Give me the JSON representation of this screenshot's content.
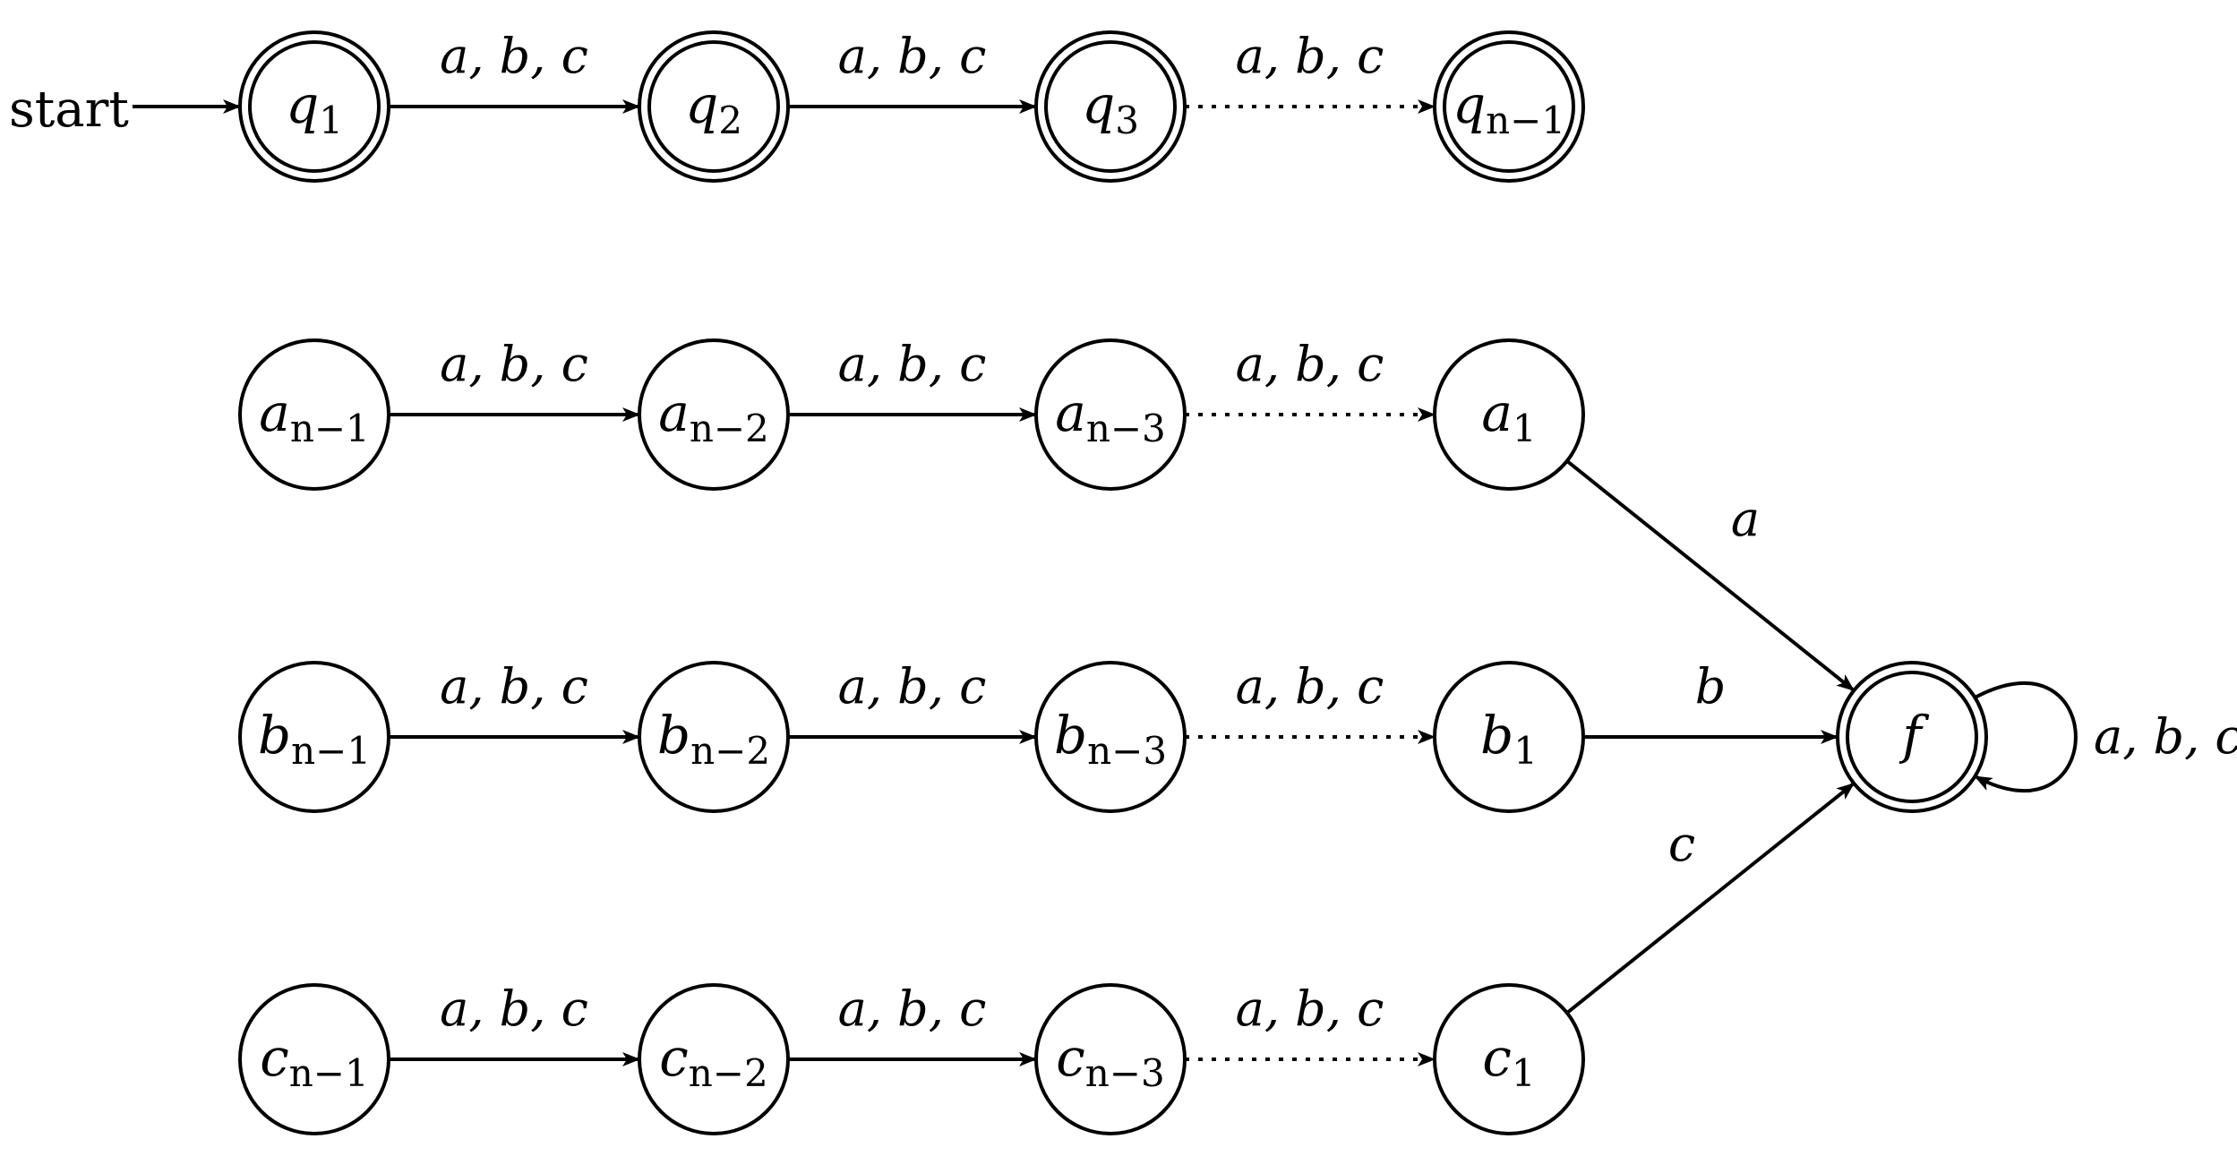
{
  "start_label": "start",
  "states": [
    {
      "id": "q1",
      "base": "q",
      "sub": "1",
      "accepting": true
    },
    {
      "id": "q2",
      "base": "q",
      "sub": "2",
      "accepting": true
    },
    {
      "id": "q3",
      "base": "q",
      "sub": "3",
      "accepting": true
    },
    {
      "id": "qn1",
      "base": "q",
      "sub": "n−1",
      "accepting": true
    },
    {
      "id": "an1",
      "base": "a",
      "sub": "n−1",
      "accepting": false
    },
    {
      "id": "an2",
      "base": "a",
      "sub": "n−2",
      "accepting": false
    },
    {
      "id": "an3",
      "base": "a",
      "sub": "n−3",
      "accepting": false
    },
    {
      "id": "a1",
      "base": "a",
      "sub": "1",
      "accepting": false
    },
    {
      "id": "bn1",
      "base": "b",
      "sub": "n−1",
      "accepting": false
    },
    {
      "id": "bn2",
      "base": "b",
      "sub": "n−2",
      "accepting": false
    },
    {
      "id": "bn3",
      "base": "b",
      "sub": "n−3",
      "accepting": false
    },
    {
      "id": "b1",
      "base": "b",
      "sub": "1",
      "accepting": false
    },
    {
      "id": "cn1",
      "base": "c",
      "sub": "n−1",
      "accepting": false
    },
    {
      "id": "cn2",
      "base": "c",
      "sub": "n−2",
      "accepting": false
    },
    {
      "id": "cn3",
      "base": "c",
      "sub": "n−3",
      "accepting": false
    },
    {
      "id": "c1",
      "base": "c",
      "sub": "1",
      "accepting": false
    },
    {
      "id": "f",
      "base": "f",
      "sub": "",
      "accepting": true
    }
  ],
  "transitions": [
    {
      "from": "start",
      "to": "q1",
      "label": "",
      "style": "solid"
    },
    {
      "from": "q1",
      "to": "q2",
      "label": "a, b, c",
      "style": "solid"
    },
    {
      "from": "q2",
      "to": "q3",
      "label": "a, b, c",
      "style": "solid"
    },
    {
      "from": "q3",
      "to": "qn1",
      "label": "a, b, c",
      "style": "dotted"
    },
    {
      "from": "an1",
      "to": "an2",
      "label": "a, b, c",
      "style": "solid"
    },
    {
      "from": "an2",
      "to": "an3",
      "label": "a, b, c",
      "style": "solid"
    },
    {
      "from": "an3",
      "to": "a1",
      "label": "a, b, c",
      "style": "dotted"
    },
    {
      "from": "bn1",
      "to": "bn2",
      "label": "a, b, c",
      "style": "solid"
    },
    {
      "from": "bn2",
      "to": "bn3",
      "label": "a, b, c",
      "style": "solid"
    },
    {
      "from": "bn3",
      "to": "b1",
      "label": "a, b, c",
      "style": "dotted"
    },
    {
      "from": "cn1",
      "to": "cn2",
      "label": "a, b, c",
      "style": "solid"
    },
    {
      "from": "cn2",
      "to": "cn3",
      "label": "a, b, c",
      "style": "solid"
    },
    {
      "from": "cn3",
      "to": "c1",
      "label": "a, b, c",
      "style": "dotted"
    },
    {
      "from": "a1",
      "to": "f",
      "label": "a",
      "style": "solid"
    },
    {
      "from": "b1",
      "to": "f",
      "label": "b",
      "style": "solid"
    },
    {
      "from": "c1",
      "to": "f",
      "label": "c",
      "style": "solid"
    },
    {
      "from": "f",
      "to": "f",
      "label": "a, b, c",
      "style": "solid"
    }
  ]
}
